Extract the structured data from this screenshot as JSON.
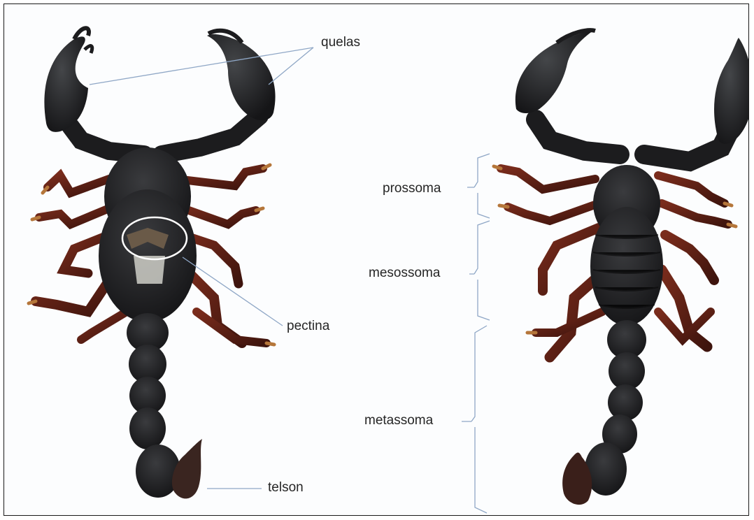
{
  "labels": {
    "quelas": "quelas",
    "pectina": "pectina",
    "telson": "telson",
    "prossoma": "prossoma",
    "mesossoma": "mesossoma",
    "metassoma": "metassoma"
  },
  "colors": {
    "background": "#fcfdfe",
    "body": "#1c1c1e",
    "body_highlight": "#3a3b3e",
    "legs": "#5a1e14",
    "leg_tips": "#b5763a",
    "leader_line": "#8fa7c6",
    "label_text": "#262626"
  },
  "subjects": [
    "scorpion-ventral-view",
    "scorpion-dorsal-view"
  ]
}
